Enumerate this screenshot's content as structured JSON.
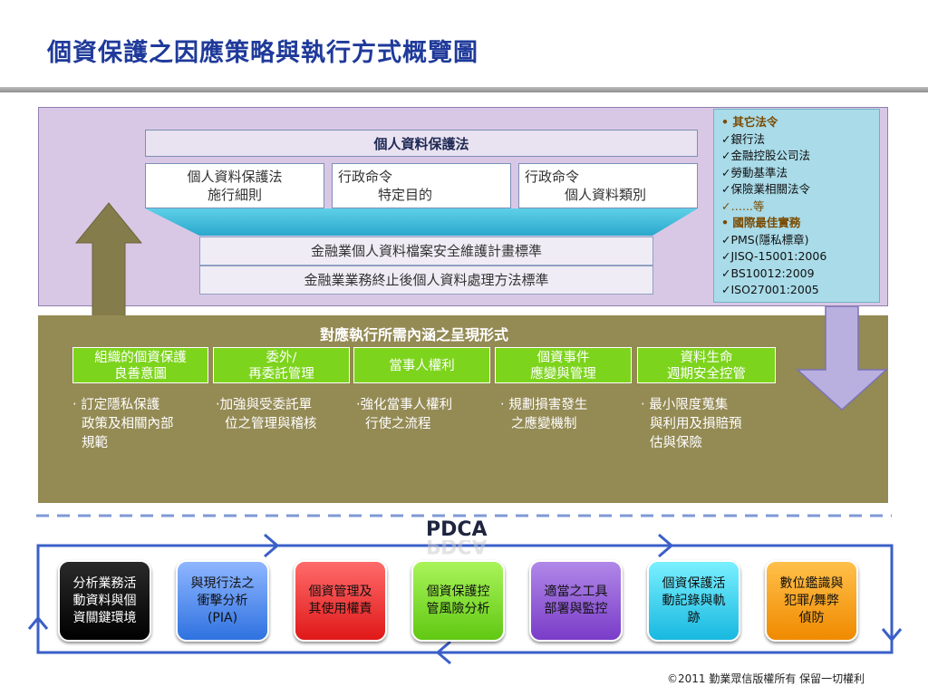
{
  "title": "個資保護之因應策略與執行方式概覽圖",
  "law": {
    "title": "個人資料保護法",
    "sub": [
      {
        "l1": "個人資料保護法",
        "l2": "施行細則"
      },
      {
        "l1": "行政命令",
        "l2": "特定目的"
      },
      {
        "l1": "行政命令",
        "l2": "個人資料類別"
      }
    ],
    "standards": [
      "金融業個人資料檔案安全維護計畫標準",
      "金融業業務終止後個人資料處理方法標準"
    ]
  },
  "other": {
    "heading1": "其它法令",
    "laws": [
      "銀行法",
      "金融控股公司法",
      "勞動基準法",
      "保險業相關法令"
    ],
    "etc": "…...等",
    "heading2": "國際最佳實務",
    "practices": [
      "PMS(隱私標章)",
      "JISQ-15001:2006",
      "BS10012:2009",
      "ISO27001:2005"
    ]
  },
  "middle": {
    "title": "對應執行所需內涵之呈現形式",
    "items": [
      {
        "l1": "組織的個資保護",
        "l2": "良善意圖"
      },
      {
        "l1": "委外/",
        "l2": "再委託管理"
      },
      {
        "l1": "當事人權利",
        "l2": ""
      },
      {
        "l1": "個資事件",
        "l2": "應變與管理"
      },
      {
        "l1": "資料生命",
        "l2": "週期安全控管"
      }
    ],
    "bullets": [
      [
        "‧ 訂定隱私保護",
        "政策及相關內部",
        "規範"
      ],
      [
        "‧加強與受委託單",
        "位之管理與稽核"
      ],
      [
        "‧強化當事人權利",
        "行使之流程"
      ],
      [
        "‧ 規劃損害發生",
        "之應變機制"
      ],
      [
        "‧ 最小限度蒐集",
        "與利用及損賠預",
        "估與保險"
      ]
    ]
  },
  "pdca": {
    "label": "PDCA",
    "steps": [
      {
        "l1": "分析業務活",
        "l2": "動資料與個",
        "l3": "資關鍵環境"
      },
      {
        "l1": "與現行法之",
        "l2": "衝擊分析",
        "l3": "(PIA)"
      },
      {
        "l1": "個資管理及",
        "l2": "其使用權責",
        "l3": ""
      },
      {
        "l1": "個資保護控",
        "l2": "管風險分析",
        "l3": ""
      },
      {
        "l1": "適當之工具",
        "l2": "部署與監控",
        "l3": ""
      },
      {
        "l1": "個資保護活",
        "l2": "動記錄與軌",
        "l3": "跡"
      },
      {
        "l1": "數位鑑識與",
        "l2": "犯罪/舞弊",
        "l3": "偵防"
      }
    ]
  },
  "footer": "©2011 勤業眾信版權所有 保留一切權利",
  "colors": {
    "title": "#1f3a9a",
    "top_panel": "#d9c8e5",
    "other_panel": "#a9dbe8",
    "middle_panel": "#948a54",
    "green_button": "#7dd41c",
    "cycle_line": "#3a5fc8"
  }
}
